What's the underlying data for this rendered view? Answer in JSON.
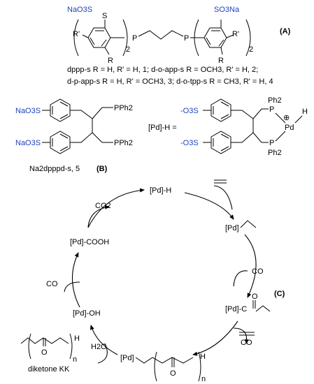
{
  "section_a": {
    "label": "A",
    "sulfonate_left": "NaO3S",
    "sulfonate_right": "SO3Na",
    "r_prime": "R'",
    "r": "R",
    "phosphorus": "P",
    "subscript_two": "2",
    "line1": "dppp-s  R = H, R' = H, 1; d-o-app-s  R = OCH3, R' = H, 2;",
    "line2": "d-p-app-s  R = H, R' = OCH3, 3; d-o-tpp-s  R = CH3, R' = H, 4"
  },
  "section_b": {
    "label": "B",
    "sulfonate_top": "NaO3S",
    "sulfonate_bottom": "NaO3S",
    "pph2_top": "PPh2",
    "pph2_bottom": "PPh2",
    "compound_name": "Na2dpppd-s, 5",
    "pd_h_def": "[Pd]-H =",
    "anion_top": "-O3S",
    "anion_bottom": "-O3S",
    "ph2_top": "Ph2",
    "ph2_bottom": "Ph2",
    "p_top": "P",
    "p_bottom": "P",
    "pd": "Pd",
    "h": "H",
    "plus": "⊕"
  },
  "section_c": {
    "label": "C",
    "pd_h": "[Pd]-H",
    "pd_ethyl": "[Pd]",
    "co1": "CO",
    "pd_acyl": "[Pd]-C",
    "oxygen": "O",
    "co_ethylene": "CO",
    "pd_chain": "[Pd]",
    "chain_h": "H",
    "chain_n": "n",
    "h2o": "H2O",
    "pd_oh": "[Pd]-OH",
    "co2": "CO",
    "pd_cooh": "[Pd]-COOH",
    "co2_out": "CO2",
    "kk_h": "H",
    "kk_n": "n",
    "kk_o": "O",
    "kk_label": "diketone KK"
  }
}
